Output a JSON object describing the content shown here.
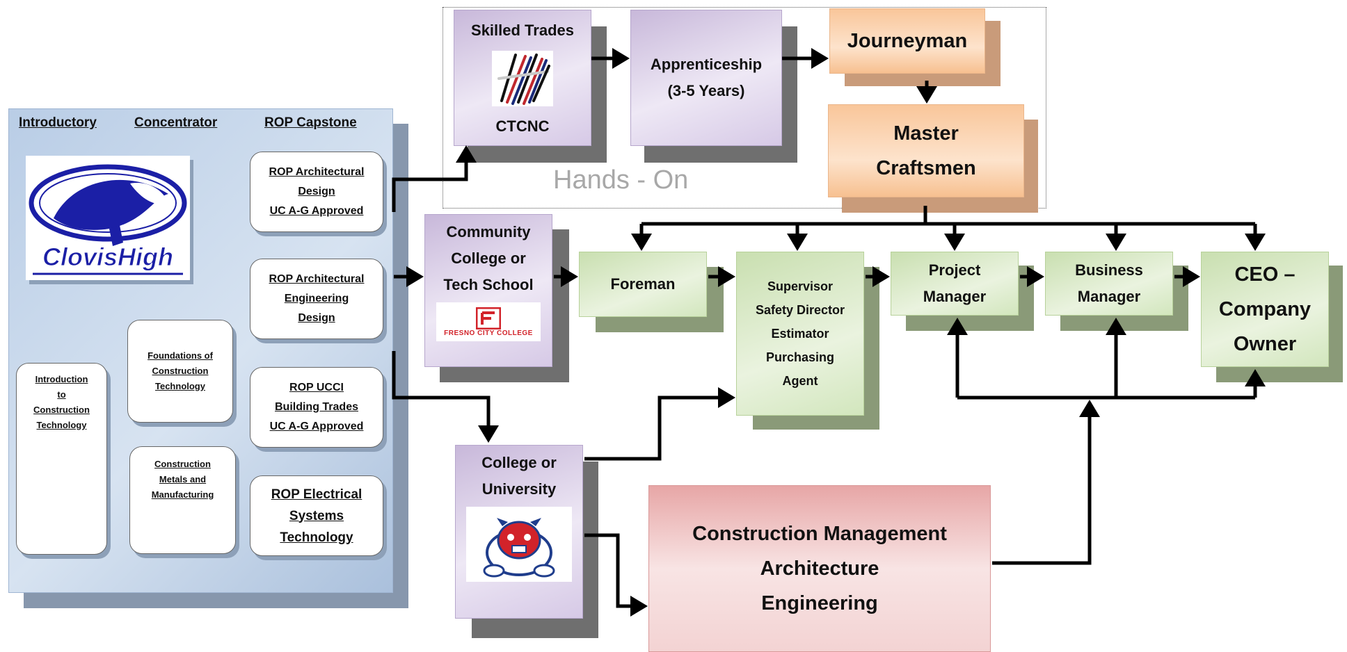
{
  "pathway": {
    "col_introductory": "Introductory",
    "col_concentrator": "Concentrator",
    "col_capstone": "ROP Capstone",
    "school_logo": "ClovisHigh",
    "introductory": [
      "Introduction",
      "to",
      "Construction",
      "Technology"
    ],
    "concentrator": [
      [
        "Foundations of",
        "Construction",
        "Technology"
      ],
      [
        "Construction",
        "Metals and",
        "Manufacturing"
      ]
    ],
    "capstone": [
      [
        "ROP Architectural",
        "Design",
        "UC A-G Approved"
      ],
      [
        "ROP Architectural",
        "Engineering",
        "Design"
      ],
      [
        "ROP UCCI",
        "Building Trades",
        "UC A-G Approved"
      ],
      [
        "ROP Electrical",
        "Systems",
        "Technology"
      ]
    ]
  },
  "skilled_trades": {
    "title": "Skilled Trades",
    "subtitle": "CTCNC"
  },
  "apprenticeship": [
    "Apprenticeship",
    "(3-5 Years)"
  ],
  "journeyman": "Journeyman",
  "master": [
    "Master",
    "Craftsmen"
  ],
  "hands_on": "Hands - On",
  "community_college": {
    "lines": [
      "Community",
      "College or",
      "Tech School"
    ],
    "logo": "FRESNO CITY COLLEGE"
  },
  "university": [
    "College or",
    "University"
  ],
  "foreman": "Foreman",
  "supervisor": [
    "Supervisor",
    "Safety Director",
    "Estimator",
    "Purchasing",
    "Agent"
  ],
  "project_manager": [
    "Project",
    "Manager"
  ],
  "business_manager": [
    "Business",
    "Manager"
  ],
  "ceo": [
    "CEO –",
    "Company",
    "Owner"
  ],
  "cm": [
    "Construction Management",
    "Architecture",
    "Engineering"
  ],
  "colors": {
    "purple": "#d9cde8",
    "green": "#dcebcb",
    "orange": "#fbd2b0",
    "red": "#f1c9c9",
    "panel": "#c3d4ea",
    "arrow": "#000000"
  }
}
